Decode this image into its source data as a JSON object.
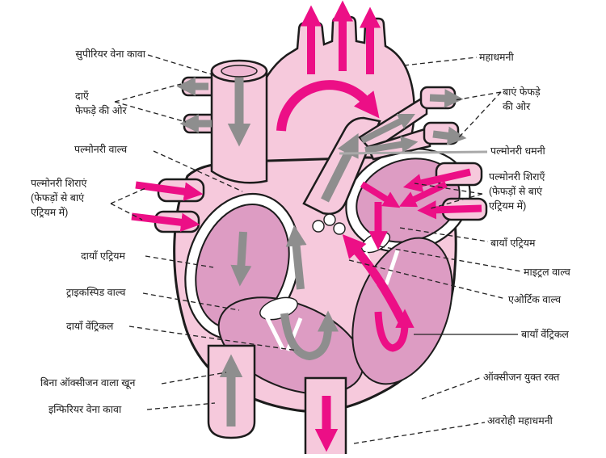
{
  "title": "Human heart blood-flow diagram (Hindi labels)",
  "colors": {
    "background": "#FFFFFF",
    "heart_light_pink": "#F6C9DC",
    "chamber_pink": "#DD9CC3",
    "oxygenated_arrow_magenta": "#EC0F86",
    "deoxygenated_arrow_gray": "#8E8E8E",
    "outline_black": "#1C1C1C",
    "leader_line": "#222222"
  },
  "labels": {
    "left": [
      {
        "id": "superior-vena-cava",
        "text": "सुपीरियर वेना कावा"
      },
      {
        "id": "to-right-lung",
        "text": "दाएँ\nफेफड़े की ओर"
      },
      {
        "id": "pulmonary-valve",
        "text": "पल्मोनरी वाल्व"
      },
      {
        "id": "pulmonary-veins-left",
        "text": "पल्मोनरी शिराएं\n(फेफड़ों से बाएं\nएट्रियम में)"
      },
      {
        "id": "right-atrium",
        "text": "दायाँ एट्रियम"
      },
      {
        "id": "tricuspid-valve",
        "text": "ट्राइकस्पिड वाल्व"
      },
      {
        "id": "right-ventricle",
        "text": "दायाँ वेंट्रिकल"
      },
      {
        "id": "deoxygenated-blood",
        "text": "बिना ऑक्सीजन वाला खून"
      },
      {
        "id": "inferior-vena-cava",
        "text": "इन्फिरियर वेना कावा"
      }
    ],
    "right": [
      {
        "id": "aorta",
        "text": "महाधमनी"
      },
      {
        "id": "to-left-lung",
        "text": "बाएं फेफड़े\nकी ओर"
      },
      {
        "id": "pulmonary-artery",
        "text": "पल्मोनरी धमनी"
      },
      {
        "id": "pulmonary-veins-right",
        "text": "पल्मोनरी शिराएँ\n(फेफड़ों से बाएं\nएट्रियम में)"
      },
      {
        "id": "left-atrium",
        "text": "बायाँ एट्रियम"
      },
      {
        "id": "mitral-valve",
        "text": "माइट्रल वाल्व"
      },
      {
        "id": "aortic-valve",
        "text": "एओर्टिक वाल्व"
      },
      {
        "id": "left-ventricle",
        "text": "बायाँ वेंट्रिकल"
      },
      {
        "id": "oxygenated-blood",
        "text": "ऑक्सीजन युक्त रक्त"
      },
      {
        "id": "descending-aorta",
        "text": "अवरोही महाधमनी"
      }
    ]
  }
}
